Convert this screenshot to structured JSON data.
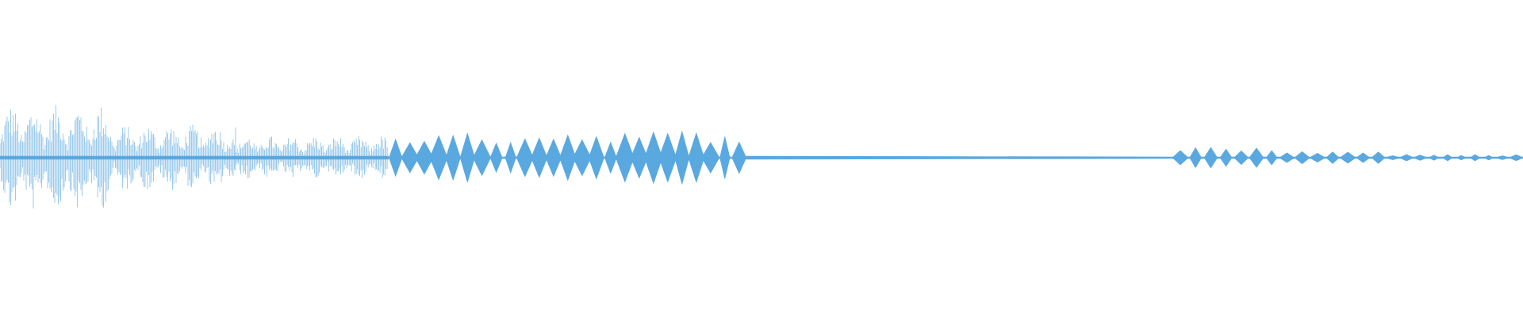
{
  "waveform": {
    "color": "#5aa8e0",
    "background": "#ffffff",
    "segments": [
      {
        "kind": "noise",
        "start": 0.0,
        "end": 0.075,
        "amplitude": 0.95
      },
      {
        "kind": "noise",
        "start": 0.075,
        "end": 0.155,
        "amplitude": 0.6
      },
      {
        "kind": "noise",
        "start": 0.155,
        "end": 0.255,
        "amplitude": 0.4
      },
      {
        "kind": "pulses",
        "start": 0.255,
        "end": 0.34,
        "amplitude": 0.45
      },
      {
        "kind": "pulses",
        "start": 0.34,
        "end": 0.49,
        "amplitude": 0.5
      },
      {
        "kind": "silence",
        "start": 0.49,
        "end": 0.77,
        "amplitude": 0.02
      },
      {
        "kind": "pulses",
        "start": 0.77,
        "end": 0.84,
        "amplitude": 0.2
      },
      {
        "kind": "pulses",
        "start": 0.84,
        "end": 0.91,
        "amplitude": 0.13
      },
      {
        "kind": "pulses",
        "start": 0.91,
        "end": 1.0,
        "amplitude": 0.06
      }
    ]
  }
}
